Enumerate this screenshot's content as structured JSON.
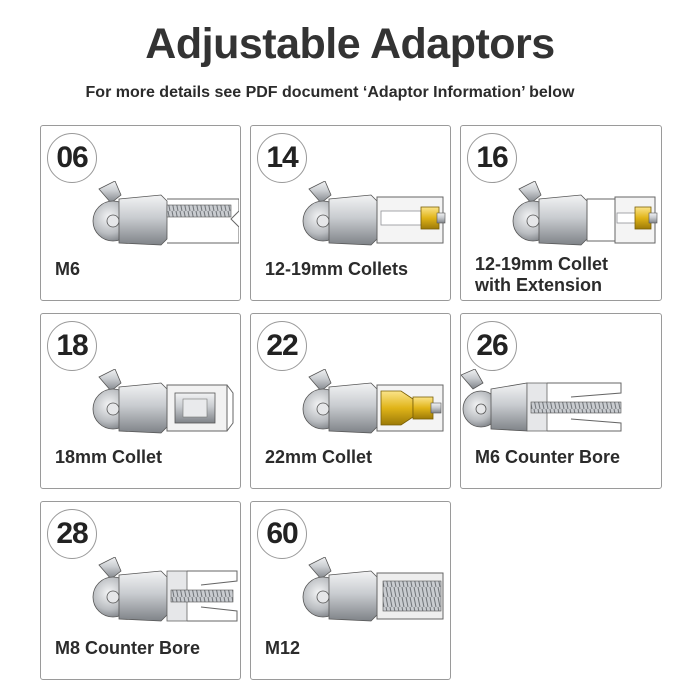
{
  "header": {
    "title": "Adjustable Adaptors",
    "subtitle": "For more details see PDF document ‘Adaptor Information’ below"
  },
  "colors": {
    "metal_light": "#d8dadd",
    "metal_dark": "#8f9296",
    "brass": "#e0b418",
    "border": "#9a9a9a"
  },
  "cards": [
    {
      "code": "06",
      "label": "M6",
      "illustration": "threaded-rod-adaptor"
    },
    {
      "code": "14",
      "label": "12-19mm Collets",
      "illustration": "collet-adaptor"
    },
    {
      "code": "16",
      "label_line1": "12-19mm Collet",
      "label_line2": "with Extension",
      "illustration": "collet-extension-adaptor"
    },
    {
      "code": "18",
      "label": "18mm Collet",
      "illustration": "18mm-collet-adaptor"
    },
    {
      "code": "22",
      "label": "22mm Collet",
      "illustration": "22mm-collet-adaptor"
    },
    {
      "code": "26",
      "label": "M6 Counter Bore",
      "illustration": "counter-bore-adaptor"
    },
    {
      "code": "28",
      "label": "M8 Counter Bore",
      "illustration": "counter-bore-adaptor"
    },
    {
      "code": "60",
      "label": "M12",
      "illustration": "threaded-bore-adaptor"
    }
  ]
}
